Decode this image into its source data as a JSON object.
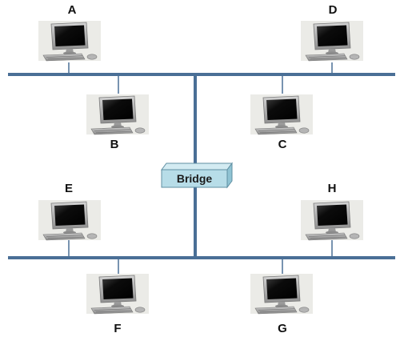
{
  "diagram": {
    "bridge": {
      "label": "Bridge"
    },
    "nodes": [
      {
        "id": "A",
        "label": "A"
      },
      {
        "id": "B",
        "label": "B"
      },
      {
        "id": "C",
        "label": "C"
      },
      {
        "id": "D",
        "label": "D"
      },
      {
        "id": "E",
        "label": "E"
      },
      {
        "id": "F",
        "label": "F"
      },
      {
        "id": "G",
        "label": "G"
      },
      {
        "id": "H",
        "label": "H"
      }
    ]
  },
  "colors": {
    "cable": "#4a6f96",
    "bridge_fill": "#b7dde8",
    "bridge_side": "#8fc3d3",
    "bridge_stroke": "#5f8fa2",
    "monitor_screen": "#0b0b0b",
    "pc_body": "#a9a9a9",
    "pc_panel": "#ebebe7"
  }
}
